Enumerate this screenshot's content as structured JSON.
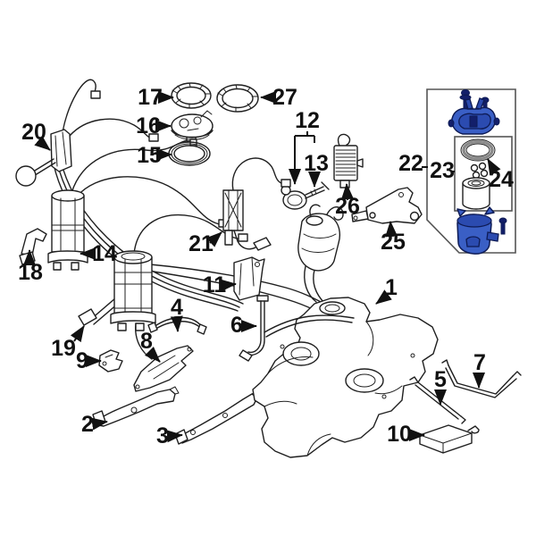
{
  "diagram": {
    "type": "exploded-parts-diagram",
    "background_color": "#ffffff",
    "line_color": "#1f1f1f",
    "highlight_fill": "#3a5fc5",
    "highlight_bolt_color": "#131f6a",
    "box_border_color": "#555555",
    "callout_labels": [
      "1",
      "2",
      "3",
      "4",
      "5",
      "6",
      "7",
      "8",
      "9",
      "10",
      "11",
      "12",
      "13",
      "14",
      "15",
      "16",
      "17",
      "18",
      "19",
      "20",
      "21",
      "22",
      "23",
      "24",
      "25",
      "26",
      "27"
    ]
  }
}
